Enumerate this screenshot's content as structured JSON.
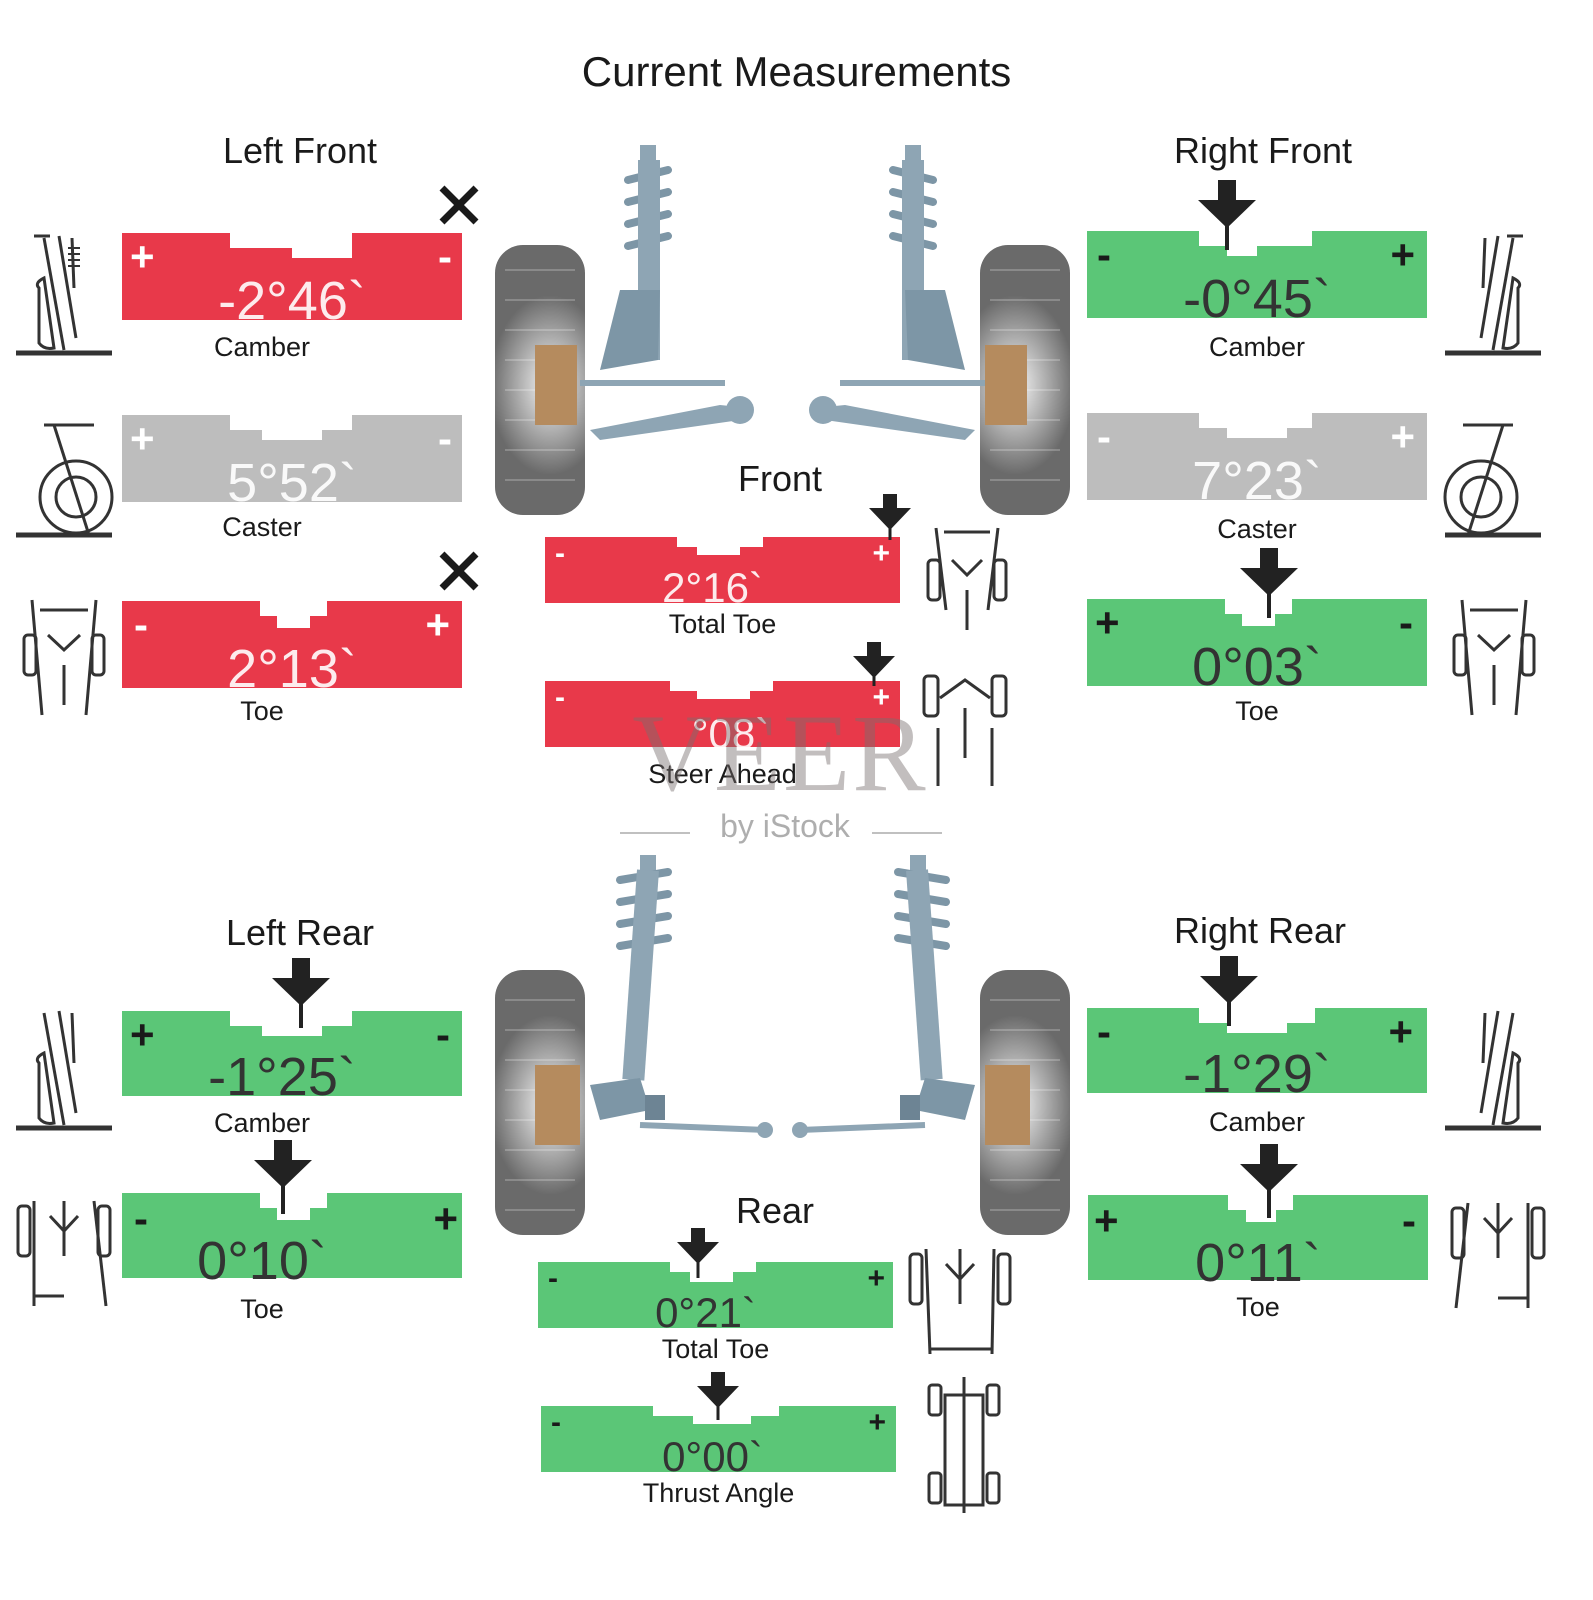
{
  "title": "Current Measurements",
  "colors": {
    "out_of_spec": "#e8394a",
    "in_spec": "#5bc677",
    "not_measured": "#bdbdbd",
    "indicator": "#222222"
  },
  "sections": {
    "left_front": "Left Front",
    "right_front": "Right Front",
    "front": "Front",
    "left_rear": "Left Rear",
    "right_rear": "Right Rear",
    "rear": "Rear"
  },
  "left_front": {
    "camber": {
      "value": "-2°46`",
      "label": "Camber",
      "status": "out-of-range",
      "left_sign": "+",
      "right_sign": "-"
    },
    "caster": {
      "value": "5°52`",
      "label": "Caster",
      "status": "not-measured",
      "left_sign": "+",
      "right_sign": "-"
    },
    "toe": {
      "value": "2°13`",
      "label": "Toe",
      "status": "out-of-range",
      "left_sign": "-",
      "right_sign": "+"
    }
  },
  "right_front": {
    "camber": {
      "value": "-0°45`",
      "label": "Camber",
      "status": "in-range",
      "left_sign": "-",
      "right_sign": "+"
    },
    "caster": {
      "value": "7°23`",
      "label": "Caster",
      "status": "not-measured",
      "left_sign": "-",
      "right_sign": "+"
    },
    "toe": {
      "value": "0°03`",
      "label": "Toe",
      "status": "in-range",
      "left_sign": "+",
      "right_sign": "-"
    }
  },
  "front": {
    "total_toe": {
      "value": "2°16`",
      "label": "Total Toe",
      "status": "out-of-range",
      "left_sign": "-",
      "right_sign": "+"
    },
    "steer_ahead": {
      "value": "°08`",
      "label": "Steer Ahead",
      "status": "out-of-range",
      "left_sign": "-",
      "right_sign": "+"
    }
  },
  "left_rear": {
    "camber": {
      "value": "-1°25`",
      "label": "Camber",
      "status": "in-range",
      "left_sign": "+",
      "right_sign": "-"
    },
    "toe": {
      "value": "0°10`",
      "label": "Toe",
      "status": "in-range",
      "left_sign": "-",
      "right_sign": "+"
    }
  },
  "right_rear": {
    "camber": {
      "value": "-1°29`",
      "label": "Camber",
      "status": "in-range",
      "left_sign": "-",
      "right_sign": "+"
    },
    "toe": {
      "value": "0°11`",
      "label": "Toe",
      "status": "in-range",
      "left_sign": "+",
      "right_sign": "-"
    }
  },
  "rear": {
    "total_toe": {
      "value": "0°21`",
      "label": "Total Toe",
      "status": "in-range",
      "left_sign": "-",
      "right_sign": "+"
    },
    "thrust_angle": {
      "value": "0°00`",
      "label": "Thrust Angle",
      "status": "in-range",
      "left_sign": "-",
      "right_sign": "+"
    }
  },
  "watermark": {
    "brand": "VEER",
    "byline": "by iStock"
  }
}
